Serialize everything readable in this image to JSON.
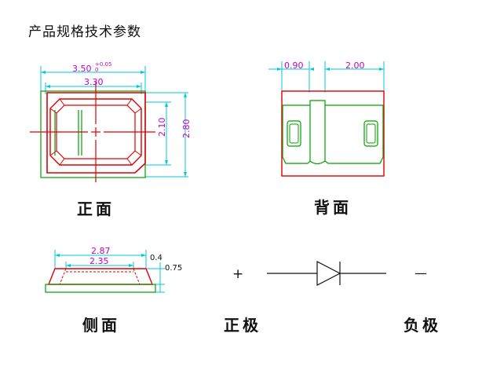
{
  "title": "产品规格技术参数",
  "views": {
    "front": {
      "caption": "正面",
      "dim_width_outer": "3.50",
      "dim_width_outer_tol_upper": "+0.05",
      "dim_width_outer_tol_lower": "0",
      "dim_width_inner": "3.30",
      "dim_height_inner": "2.10",
      "dim_height_outer": "2.80"
    },
    "back": {
      "caption": "背面",
      "dim_left": "0.90",
      "dim_right": "2.00"
    },
    "side": {
      "caption": "侧面",
      "dim_top": "2.87",
      "dim_bottom": "2.35",
      "dim_small": "0.4",
      "dim_height": "0.75"
    }
  },
  "polarity": {
    "positive_symbol": "+",
    "positive_label": "正极",
    "negative_symbol": "—",
    "negative_label": "负极"
  },
  "colors": {
    "red": "#e00000",
    "green": "#00a000",
    "cyan": "#00c8d8",
    "magenta": "#c400c4",
    "black": "#111111"
  }
}
